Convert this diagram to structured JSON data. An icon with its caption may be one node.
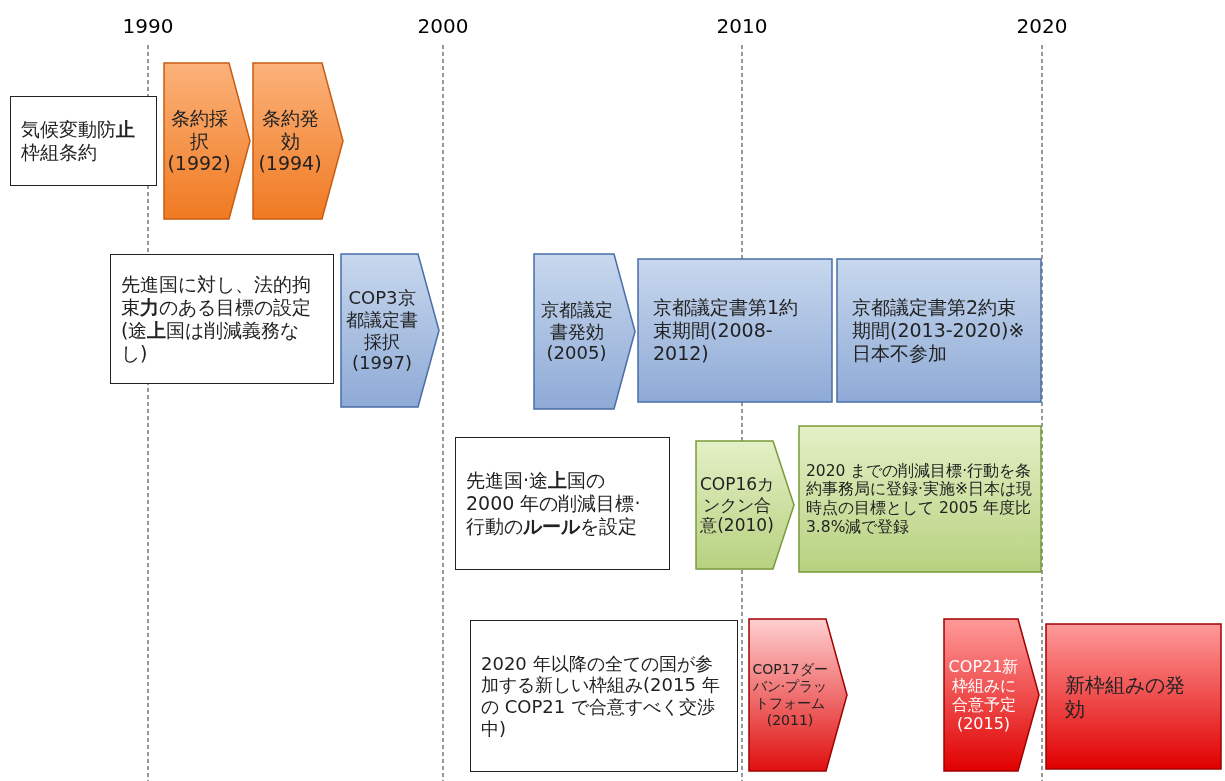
{
  "diagram": {
    "nodes": [
      {
        "text": [
          "気候変動防**止**枠組条約"
        ]
      },
      {
        "text": [
          "条約採択(1992)"
        ]
      },
      {
        "text": [
          "条約発効(1994)"
        ]
      },
      {
        "text": [
          "先進国に対し、法的拘束**力**のある目標の設定(途**上**国は削減義務なし)"
        ]
      },
      {
        "text": [
          "COP3京都議定書採択(1997)"
        ]
      },
      {
        "text": [
          "京都議定書発効(2005)"
        ]
      },
      {
        "text": [
          "京都議定書第1約束期間(2008-2012)"
        ]
      },
      {
        "text": [
          "京都議定書第2約束期間(2013-2020)※日本不参加"
        ]
      },
      {
        "text": [
          "先進国·途**上**国の 2000 年の削減目標·行動の**ルール**を設定"
        ]
      },
      {
        "text": [
          "COP16カンクン合意(2010)"
        ]
      },
      {
        "text": [
          "2020 までの削減目標·行動を条約事務局に登録·実施※日本は現時点の目標として 2005 年度比 3.8%減で登録"
        ]
      },
      {
        "text": [
          "2020 年以降の全ての国が参加する新しい枠組み(2015 年の COP21 で合意すべく交渉中)"
        ]
      },
      {
        "text": [
          "COP17ダーバン·プラットフォーム(2011)"
        ]
      },
      {
        "text": [
          "COP21新枠組みに合意予定(2015)"
        ]
      },
      {
        "text": [
          "新枠組みの発効"
        ]
      }
    ],
    "labels": [
      "1990",
      "2000",
      "2010",
      "2020"
    ]
  }
}
